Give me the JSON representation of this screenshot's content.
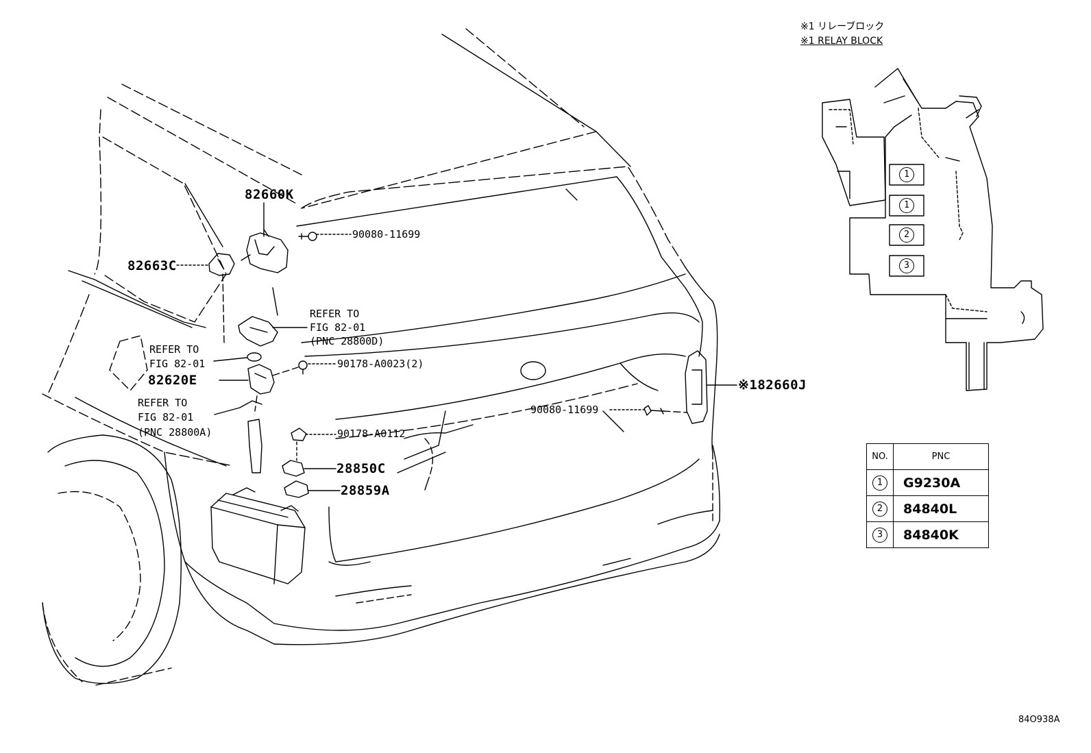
{
  "legend": {
    "jp": "※1 リレーブロック",
    "en": "※1 RELAY BLOCK"
  },
  "callouts": {
    "p82660K": "82660K",
    "p82663C": "82663C",
    "p90080_top": "90080-11699",
    "refer1_line1": "REFER TO",
    "refer1_line2": "FIG 82-01",
    "refer1_line3": "(PNC 28800D)",
    "refer2_line1": "REFER TO",
    "refer2_line2": "FIG 82-01",
    "p90178_A0023": "90178-A0023(2)",
    "p82620E": "82620E",
    "refer3_line1": "REFER TO",
    "refer3_line2": "FIG 82-01",
    "refer3_line3": "(PNC 28800A)",
    "p90178_A0112": "90178-A0112",
    "p28850C": "28850C",
    "p28859A": "28859A",
    "p90080_right": "90080-11699",
    "p82660J": "※182660J"
  },
  "relay_block_slots": [
    "1",
    "1",
    "2",
    "3"
  ],
  "pnc_table": {
    "header_no": "NO.",
    "header_pnc": "PNC",
    "rows": [
      {
        "no": "1",
        "pnc": "G9230A"
      },
      {
        "no": "2",
        "pnc": "84840L"
      },
      {
        "no": "3",
        "pnc": "84840K"
      }
    ]
  },
  "figure_ref": "84O938A"
}
